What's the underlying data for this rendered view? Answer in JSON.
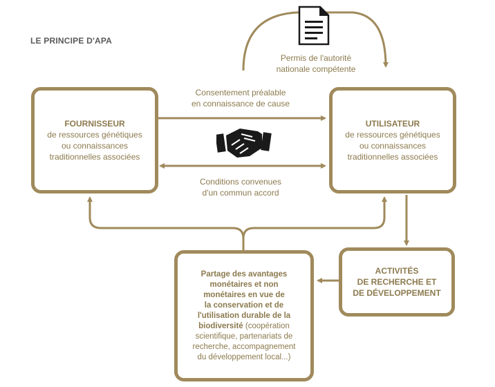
{
  "title": "LE PRINCIPE D'APA",
  "colors": {
    "accent": "#a08a5c",
    "text": "#8c7a4e"
  },
  "provider": {
    "heading": "FOURNISSEUR",
    "lines": [
      "de ressources génétiques",
      "ou connaissances",
      "traditionnelles associées"
    ]
  },
  "user": {
    "heading": "UTILISATEUR",
    "lines": [
      "de ressources génétiques",
      "ou connaissances",
      "traditionnelles associées"
    ]
  },
  "permit": {
    "lines": [
      "Permis de l'autorité",
      "nationale compétente"
    ]
  },
  "consent": {
    "lines": [
      "Consentement préalable",
      "en connaissance de cause"
    ]
  },
  "terms": {
    "lines": [
      "Conditions convenues",
      "d'un commun accord"
    ]
  },
  "research": {
    "lines": [
      "ACTIVITÉS",
      "DE RECHERCHE ET",
      "DE DÉVELOPPEMENT"
    ]
  },
  "sharing": {
    "bold_lines": [
      "Partage des avantages",
      "monétaires et non",
      "monétaires en vue de",
      "la conservation et de",
      "l'utilisation durable de la",
      "biodiversité"
    ],
    "normal_tail": " (coopération",
    "normal_lines": [
      "scientifique, partenariats de",
      "recherche, accompagnement",
      "du développement local...)"
    ]
  },
  "icons": {
    "document": "document-icon",
    "handshake": "handshake-icon"
  }
}
